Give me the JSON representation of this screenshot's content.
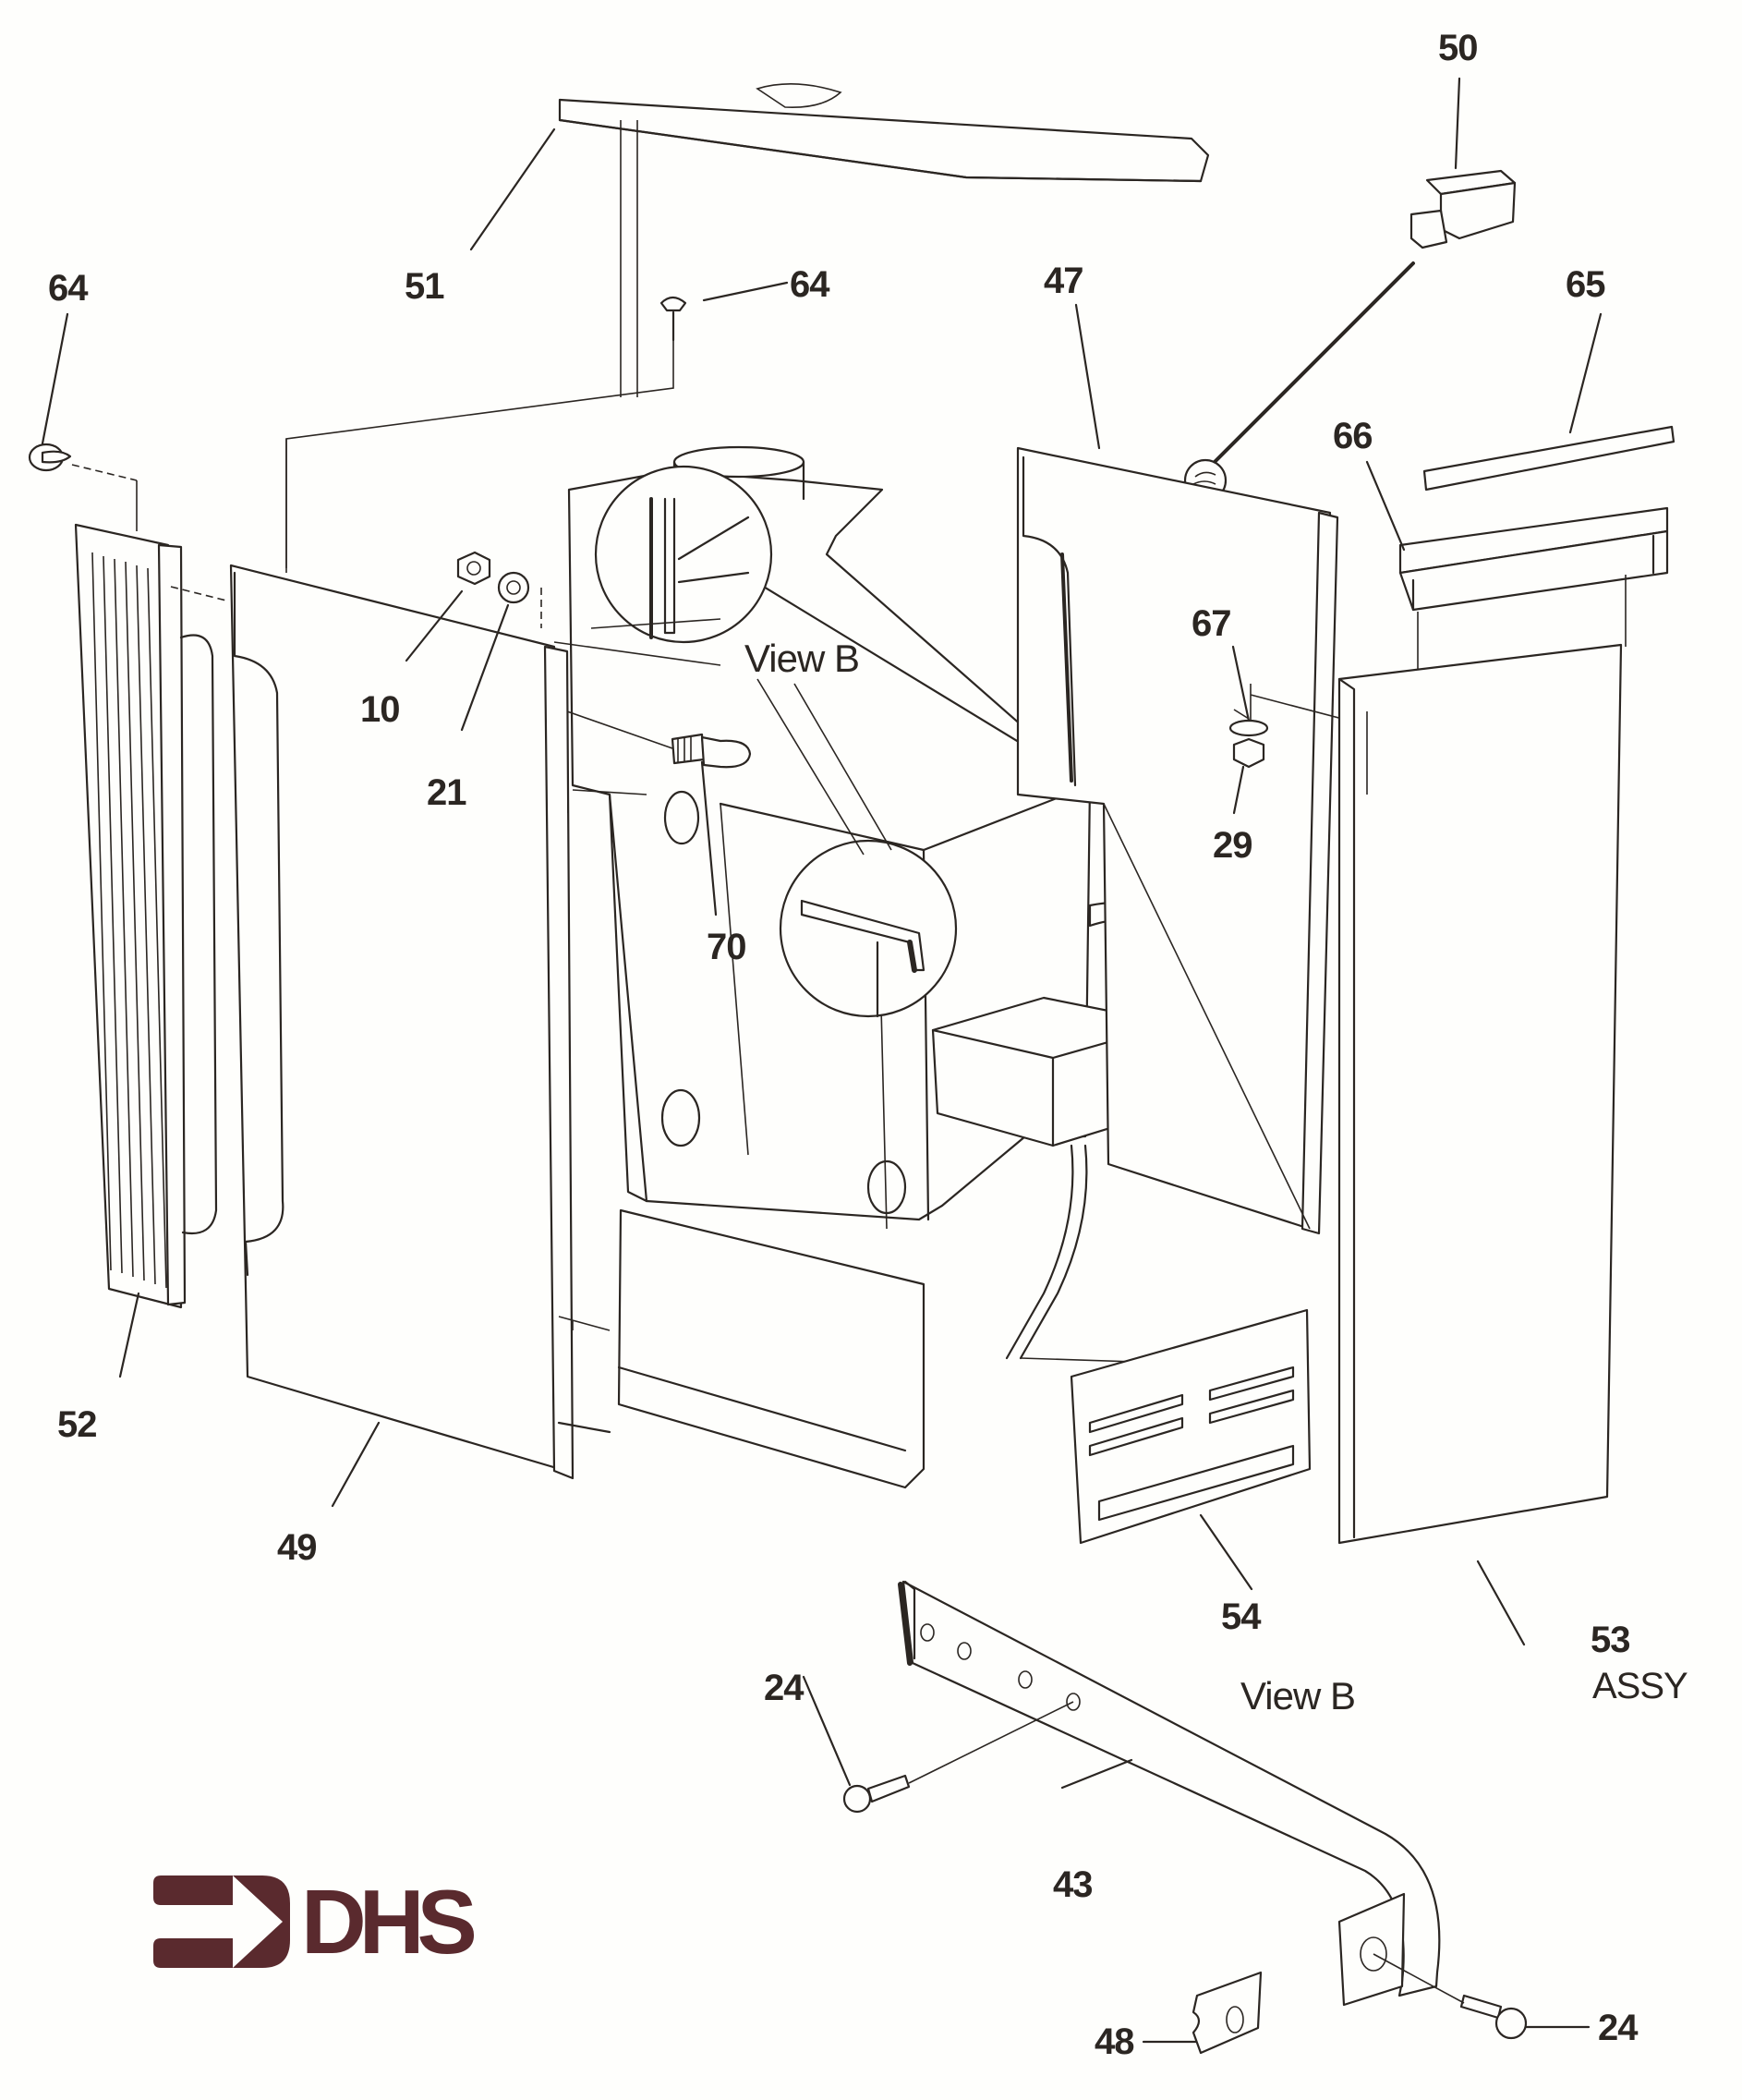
{
  "diagram": {
    "title": "Exploded view parts diagram",
    "brand": {
      "logo_text": "DHS",
      "logo_color": "#5a2a2e"
    },
    "view_labels": [
      "View B",
      "View B"
    ],
    "callouts": [
      {
        "id": "c50",
        "label": "50",
        "part": "clip bracket"
      },
      {
        "id": "c51",
        "label": "51",
        "part": "top panel"
      },
      {
        "id": "c64a",
        "label": "64",
        "part": "push fastener (left)"
      },
      {
        "id": "c64b",
        "label": "64",
        "part": "push fastener (top)"
      },
      {
        "id": "c47",
        "label": "47",
        "part": "right side panel"
      },
      {
        "id": "c65",
        "label": "65",
        "part": "trim strip"
      },
      {
        "id": "c66",
        "label": "66",
        "part": "channel bracket"
      },
      {
        "id": "c10",
        "label": "10",
        "part": "nut"
      },
      {
        "id": "c21",
        "label": "21",
        "part": "star washer"
      },
      {
        "id": "c67",
        "label": "67",
        "part": "washer"
      },
      {
        "id": "c29",
        "label": "29",
        "part": "nut"
      },
      {
        "id": "c70",
        "label": "70",
        "part": "stud"
      },
      {
        "id": "c52",
        "label": "52",
        "part": "louvred grille"
      },
      {
        "id": "c49",
        "label": "49",
        "part": "left side panel"
      },
      {
        "id": "c54",
        "label": "54",
        "part": "lower grille"
      },
      {
        "id": "c53",
        "label": "53",
        "sublabel": "ASSY",
        "part": "front door assembly"
      },
      {
        "id": "c24a",
        "label": "24",
        "part": "screw (left)"
      },
      {
        "id": "c43",
        "label": "43",
        "part": "support strap"
      },
      {
        "id": "c48",
        "label": "48",
        "part": "spring nut"
      },
      {
        "id": "c24b",
        "label": "24",
        "part": "screw (right)"
      }
    ]
  }
}
